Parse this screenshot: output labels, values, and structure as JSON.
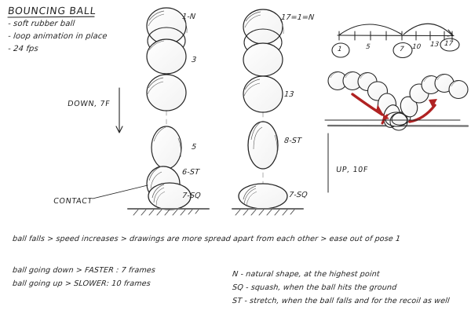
{
  "sheet": {
    "title": "BOUNCING BALL",
    "bullets": [
      "- soft rubber ball",
      "- loop animation in place",
      "- 24 fps"
    ]
  },
  "column_down": {
    "annotation": "DOWN, 7F",
    "contact_label": "CONTACT",
    "poses": [
      {
        "key": "1-N",
        "label": "1-N"
      },
      {
        "key": "3",
        "label": "3"
      },
      {
        "key": "5",
        "label": "5"
      },
      {
        "key": "6-ST",
        "label": "6-ST"
      },
      {
        "key": "7-SQ",
        "label": "7-SQ"
      }
    ]
  },
  "column_up": {
    "poses": [
      {
        "key": "17-1-N",
        "label": "17=1=N"
      },
      {
        "key": "13",
        "label": "13"
      },
      {
        "key": "8-ST",
        "label": "8-ST"
      },
      {
        "key": "7-SQ",
        "label": "7-SQ"
      }
    ]
  },
  "timeline": {
    "marks": [
      {
        "label": "1",
        "circled": true
      },
      {
        "label": "5",
        "circled": false
      },
      {
        "label": "7",
        "circled": true
      },
      {
        "label": "10",
        "circled": false
      },
      {
        "label": "13",
        "circled": false
      },
      {
        "label": "17",
        "circled": true
      }
    ]
  },
  "arc_panel": {
    "annotation": "UP, 10F"
  },
  "notes": {
    "spacing_rule": "ball falls > speed increases > drawings are more spread apart from each other > ease out of pose 1",
    "timing": [
      "ball going down > FASTER : 7 frames",
      "ball going up > SLOWER: 10 frames"
    ]
  },
  "legend": {
    "entries": [
      "N - natural shape, at the highest point",
      "SQ - squash, when the ball hits the ground",
      "ST - stretch, when the ball falls and for the recoil as well"
    ]
  },
  "colors": {
    "ink": "#242424",
    "arrow_red": "#b02222",
    "paper": "#ffffff"
  }
}
